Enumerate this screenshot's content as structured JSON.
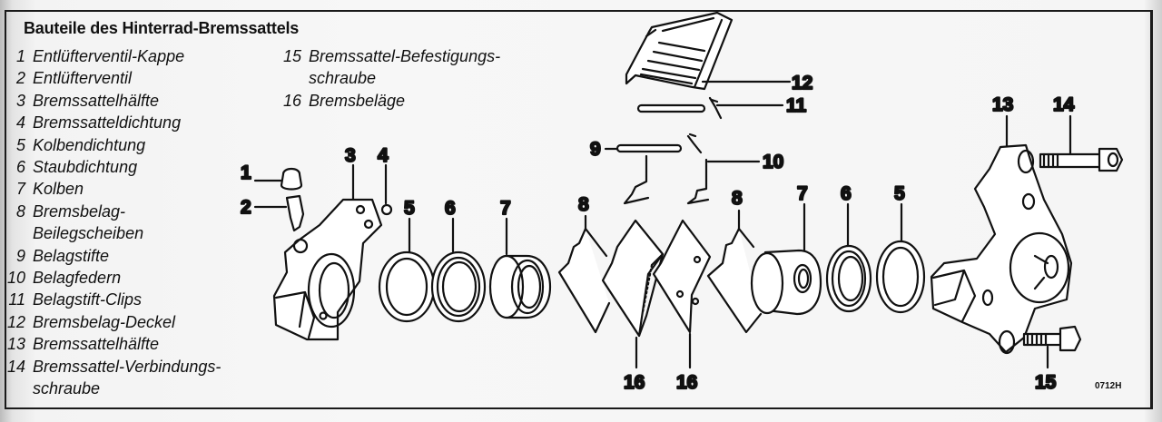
{
  "title": "Bauteile des Hinterrad-Bremssattels",
  "legend": [
    {
      "num": "1",
      "label": "Entlüfterventil-Kappe"
    },
    {
      "num": "2",
      "label": "Entlüfterventil"
    },
    {
      "num": "3",
      "label": "Bremssattelhälfte"
    },
    {
      "num": "4",
      "label": "Bremssatteldichtung"
    },
    {
      "num": "5",
      "label": "Kolbendichtung"
    },
    {
      "num": "6",
      "label": "Staubdichtung"
    },
    {
      "num": "7",
      "label": "Kolben"
    },
    {
      "num": "8",
      "label": "Bremsbelag-",
      "cont": "Beilegscheiben"
    },
    {
      "num": "9",
      "label": "Belagstifte"
    },
    {
      "num": "10",
      "label": "Belagfedern"
    },
    {
      "num": "11",
      "label": "Belagstift-Clips"
    },
    {
      "num": "12",
      "label": "Bremsbelag-Deckel"
    },
    {
      "num": "13",
      "label": "Bremssattelhälfte"
    },
    {
      "num": "14",
      "label": "Bremssattel-Verbindungs-",
      "cont": "schraube"
    },
    {
      "num": "15",
      "label": "Bremssattel-Befestigungs-",
      "cont": "schraube"
    },
    {
      "num": "16",
      "label": "Bremsbeläge"
    }
  ],
  "callouts": {
    "c1": "1",
    "c2": "2",
    "c3": "3",
    "c4": "4",
    "c5a": "5",
    "c6a": "6",
    "c7a": "7",
    "c8a": "8",
    "c9": "9",
    "c10": "10",
    "c11": "11",
    "c12": "12",
    "c8b": "8",
    "c7b": "7",
    "c6b": "6",
    "c5b": "5",
    "c13": "13",
    "c14": "14",
    "c15": "15",
    "c16a": "16",
    "c16b": "16"
  },
  "figure_code": "0712H"
}
